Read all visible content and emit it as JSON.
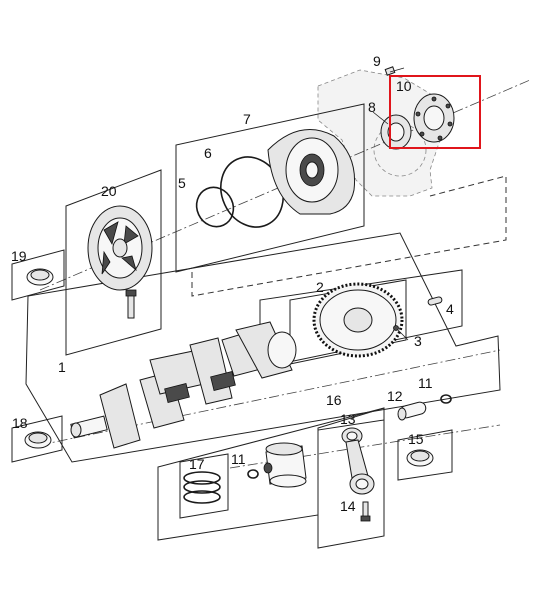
{
  "highlight": {
    "color": "#e0151b"
  },
  "callouts": [
    {
      "id": "label-1",
      "text": "1"
    },
    {
      "id": "label-2",
      "text": "2"
    },
    {
      "id": "label-3",
      "text": "3"
    },
    {
      "id": "label-4",
      "text": "4"
    },
    {
      "id": "label-5",
      "text": "5"
    },
    {
      "id": "label-6",
      "text": "6"
    },
    {
      "id": "label-7",
      "text": "7"
    },
    {
      "id": "label-8",
      "text": "8"
    },
    {
      "id": "label-9",
      "text": "9"
    },
    {
      "id": "label-10",
      "text": "10"
    },
    {
      "id": "label-11a",
      "text": "11"
    },
    {
      "id": "label-11b",
      "text": "11"
    },
    {
      "id": "label-12",
      "text": "12"
    },
    {
      "id": "label-13",
      "text": "13"
    },
    {
      "id": "label-14",
      "text": "14"
    },
    {
      "id": "label-15",
      "text": "15"
    },
    {
      "id": "label-16",
      "text": "16"
    },
    {
      "id": "label-17",
      "text": "17"
    },
    {
      "id": "label-18",
      "text": "18"
    },
    {
      "id": "label-19",
      "text": "19"
    },
    {
      "id": "label-20",
      "text": "20"
    }
  ]
}
